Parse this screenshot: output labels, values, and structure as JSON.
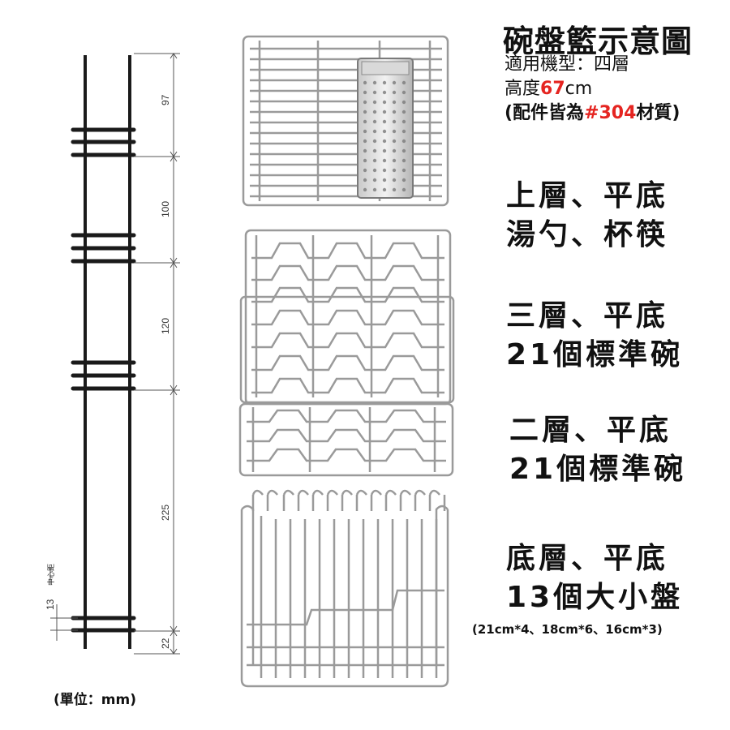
{
  "header": {
    "title": "碗盤籃示意圖",
    "model": "適用機型：四層",
    "height_prefix": "高度",
    "height_value": "67",
    "height_unit": "cm",
    "material_prefix": "(配件皆為",
    "material_value": "#304",
    "material_suffix": "材質)"
  },
  "layers": [
    {
      "line1": "上層、平底",
      "line2": "湯勺、杯筷"
    },
    {
      "line1": "三層、平底",
      "line2": "21個標準碗"
    },
    {
      "line1": "二層、平底",
      "line2": "21個標準碗"
    },
    {
      "line1": "底層、平底",
      "line2": "13個大小盤",
      "note": "(21cm*4、18cm*6、16cm*3)"
    }
  ],
  "dimensions": {
    "labels": [
      "97",
      "100",
      "120",
      "225",
      "22",
      "13"
    ],
    "center_label": "中心距",
    "unit": "(單位：mm)"
  },
  "colors": {
    "accent_red": "#e52521",
    "wire": "#9a9a9a",
    "frame": "#1a1a1a"
  }
}
